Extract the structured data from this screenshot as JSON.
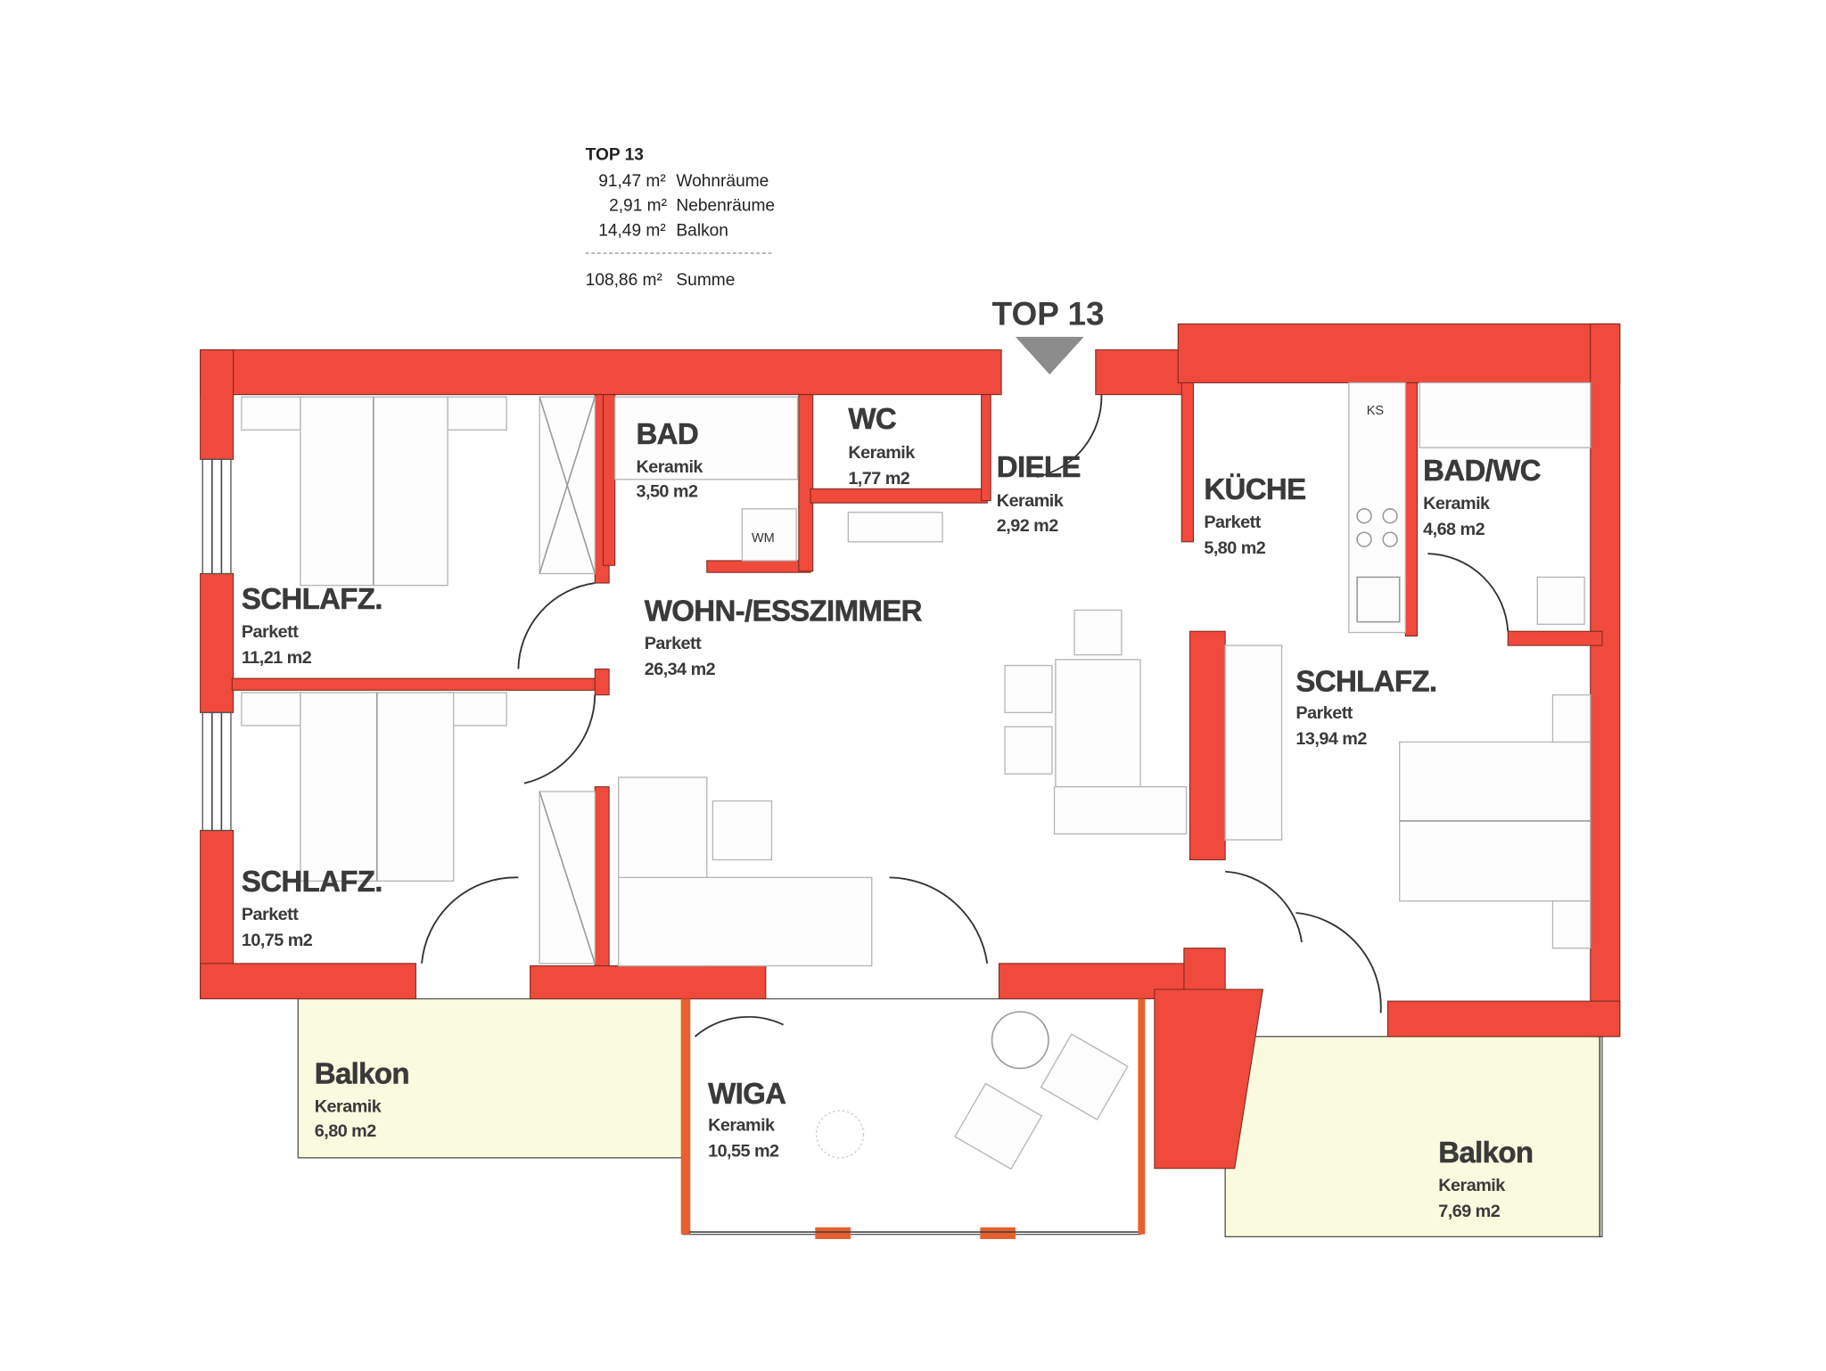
{
  "summary": {
    "title": "TOP 13",
    "rows": [
      {
        "value": "91,47 m²",
        "label": "Wohnräume"
      },
      {
        "value": "2,91 m²",
        "label": "Nebenräume"
      },
      {
        "value": "14,49 m²",
        "label": "Balkon"
      }
    ],
    "total": {
      "value": "108,86 m²",
      "label": "Summe"
    }
  },
  "entrance_label": "TOP 13",
  "rooms": {
    "schlafz1": {
      "name": "SCHLAFZ.",
      "floor": "Parkett",
      "area": "11,21 m2"
    },
    "schlafz2": {
      "name": "SCHLAFZ.",
      "floor": "Parkett",
      "area": "10,75 m2"
    },
    "bad": {
      "name": "BAD",
      "floor": "Keramik",
      "area": "3,50 m2"
    },
    "wc": {
      "name": "WC",
      "floor": "Keramik",
      "area": "1,77 m2"
    },
    "diele": {
      "name": "DIELE",
      "floor": "Keramik",
      "area": "2,92 m2"
    },
    "kueche": {
      "name": "KÜCHE",
      "floor": "Parkett",
      "area": "5,80 m2"
    },
    "badwc": {
      "name": "BAD/WC",
      "floor": "Keramik",
      "area": "4,68 m2"
    },
    "wohn": {
      "name": "WOHN-/ESSZIMMER",
      "floor": "Parkett",
      "area": "26,34 m2"
    },
    "schlafz3": {
      "name": "SCHLAFZ.",
      "floor": "Parkett",
      "area": "13,94 m2"
    },
    "balkon1": {
      "name": "Balkon",
      "floor": "Keramik",
      "area": "6,80 m2"
    },
    "wiga": {
      "name": "WIGA",
      "floor": "Keramik",
      "area": "10,55 m2"
    },
    "balkon2": {
      "name": "Balkon",
      "floor": "Keramik",
      "area": "7,69 m2"
    }
  },
  "fixtures": {
    "washing_machine": "WM",
    "fridge": "KS"
  },
  "colors": {
    "wall": "#ef4a3b",
    "balcony": "#fafadf",
    "entrance_arrow": "#8c8c8c"
  }
}
